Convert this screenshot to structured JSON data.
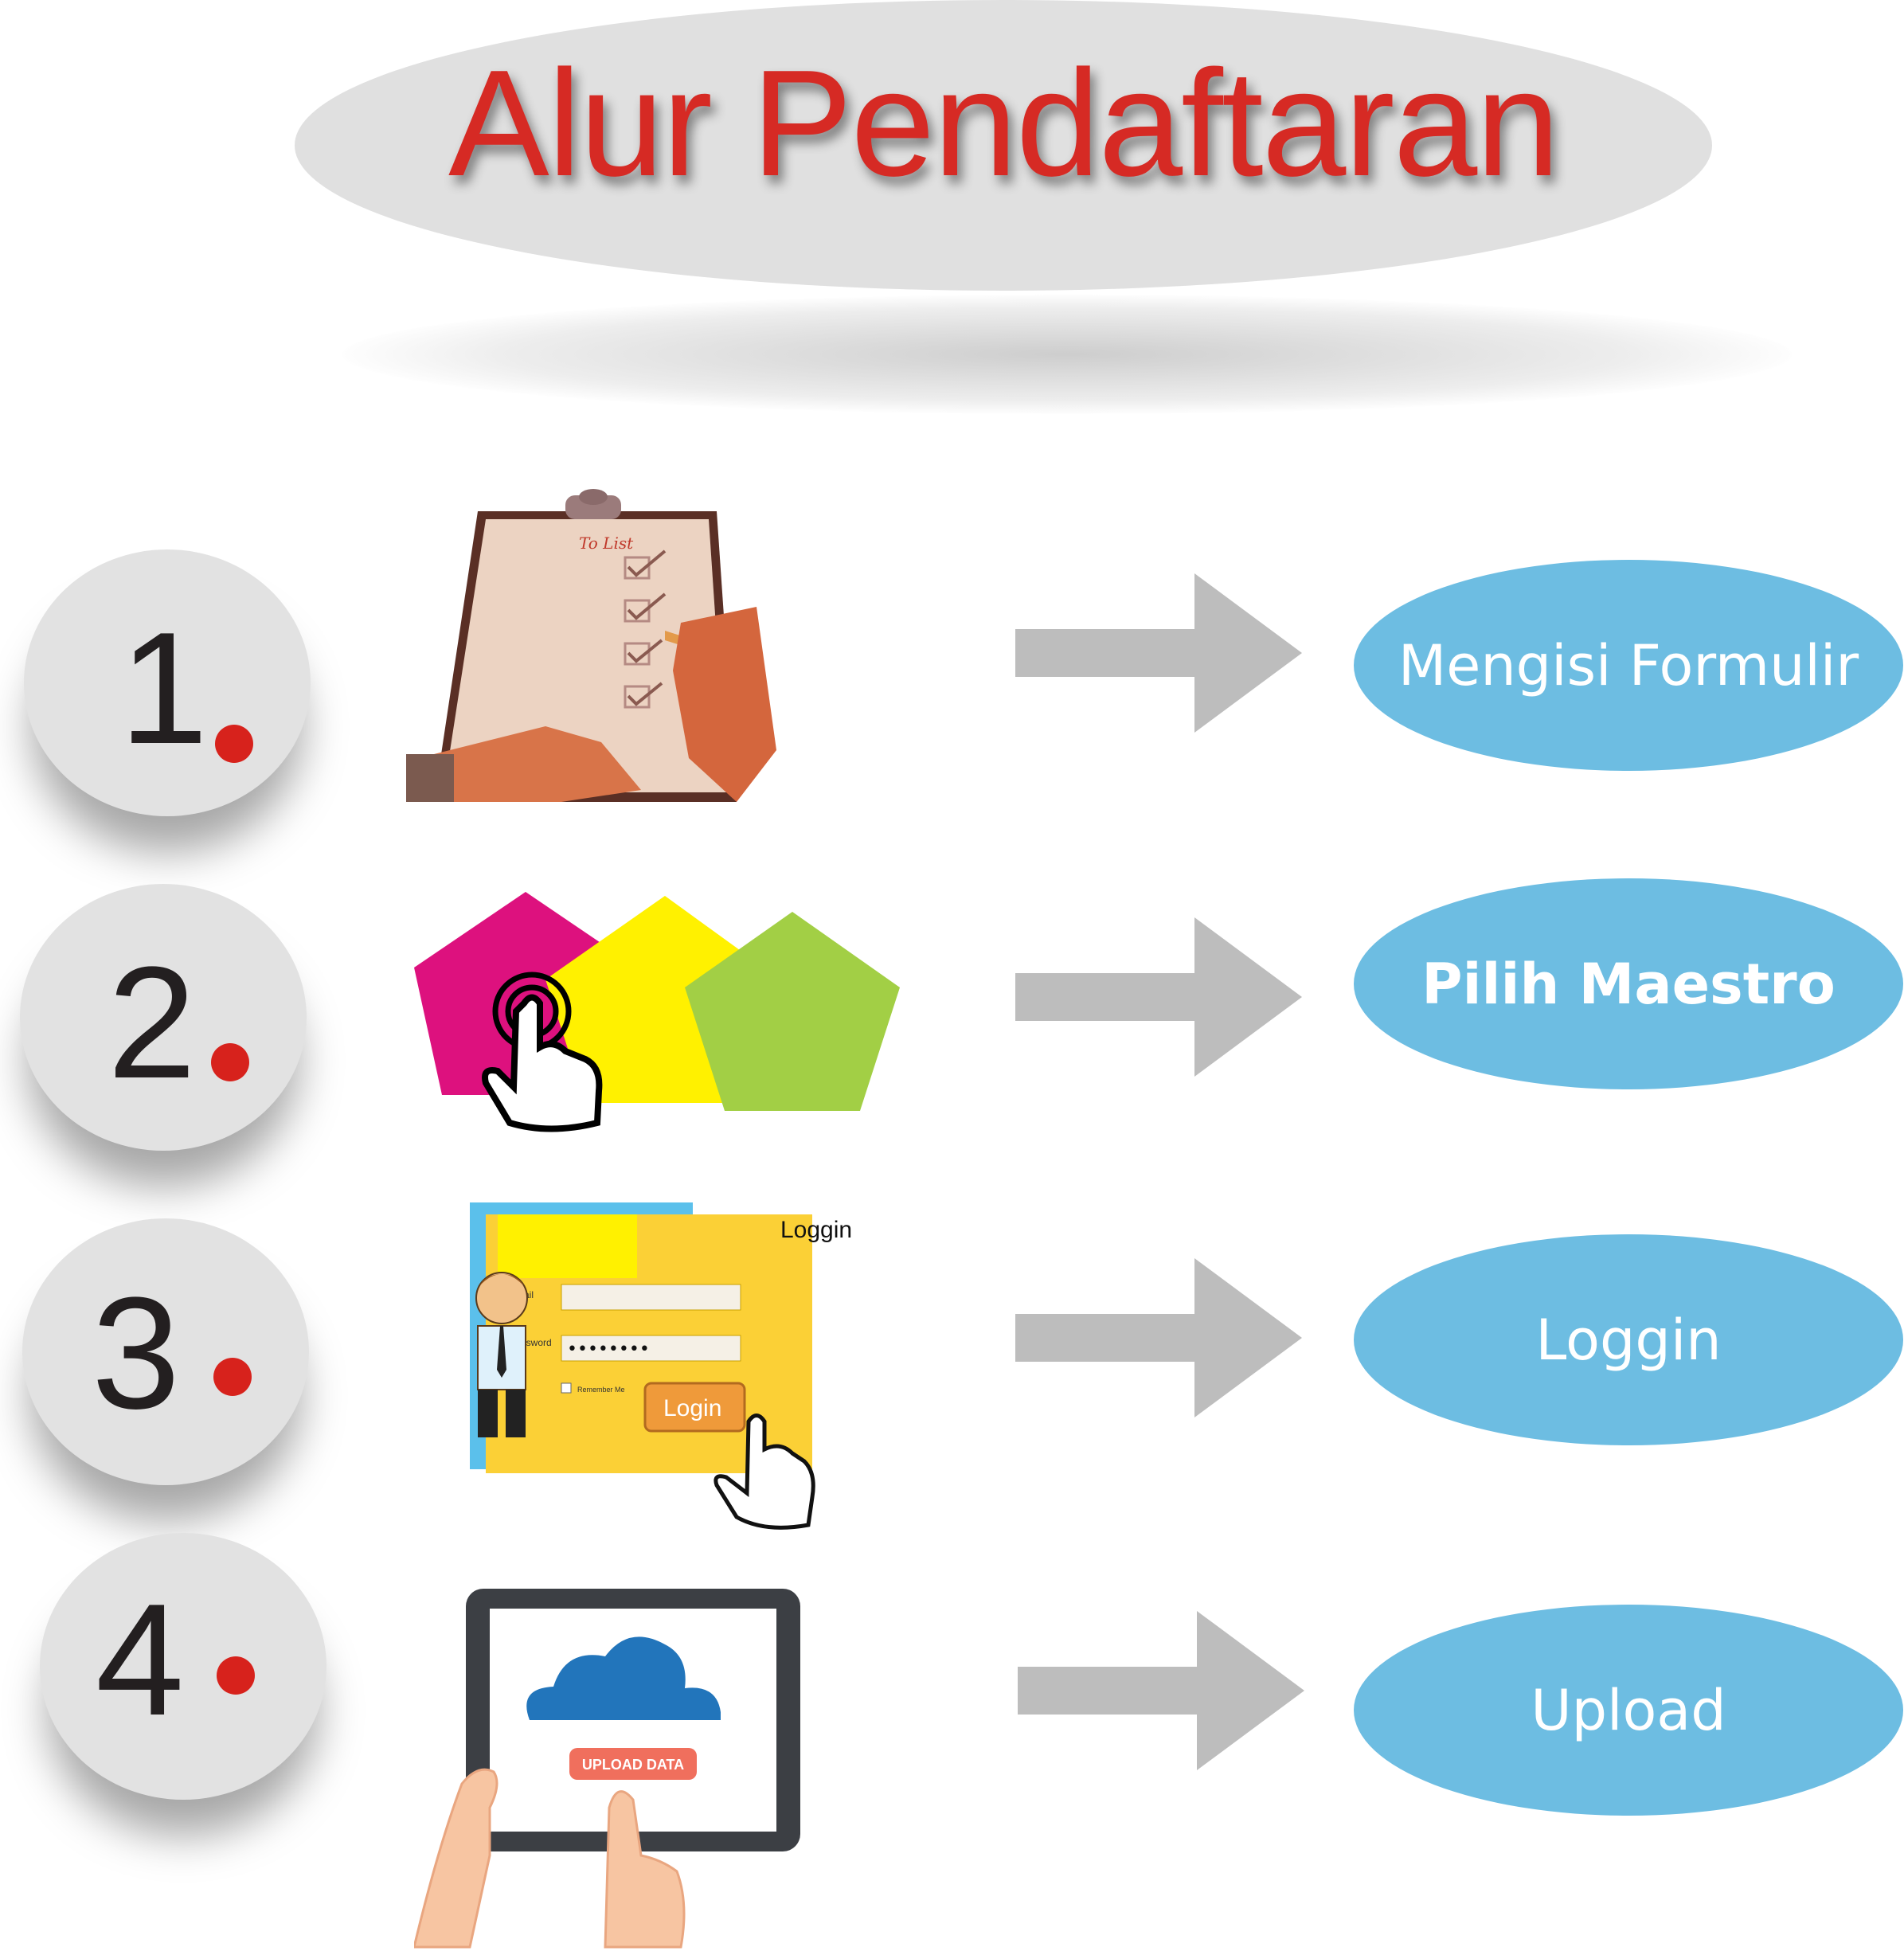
{
  "title": "Alur Pendaftaran",
  "steps": [
    {
      "number": "1",
      "label": "Mengisi Formulir",
      "icon": "clipboard-checklist-icon",
      "icon_text": "To List"
    },
    {
      "number": "2",
      "label": "Pilih Maestro",
      "icon": "pentagon-choice-icon"
    },
    {
      "number": "3",
      "label": "Loggin",
      "icon": "login-form-icon",
      "icon_text": "Loggin",
      "form": {
        "email_label": "Email",
        "password_label": "Password",
        "password_mask": "••••••••",
        "remember_label": "Remember Me",
        "button_label": "Login"
      }
    },
    {
      "number": "4",
      "label": "Upload",
      "icon": "tablet-upload-icon",
      "icon_text": "UPLOAD DATA"
    }
  ],
  "colors": {
    "title": "#d62a24",
    "title_oval": "#e0e0e0",
    "step_oval": "#6dbde2",
    "arrow": "#bdbdbd",
    "number_dot": "#d7221c",
    "number_circle": "#e2e2e2"
  }
}
